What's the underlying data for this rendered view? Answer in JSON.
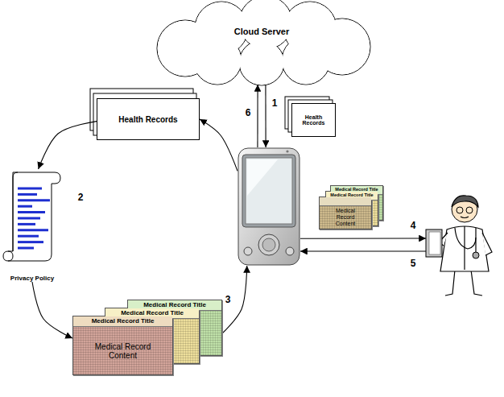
{
  "diagram": {
    "nodes": [
      {
        "text": [
          "Cloud Server"
        ]
      },
      {
        "text": [
          "Health Records"
        ]
      },
      {
        "text": []
      },
      {
        "text": [
          "Health Records"
        ]
      },
      {
        "text": [
          "Privacy Policy"
        ]
      },
      {
        "text": [
          "Medical Record Title"
        ]
      },
      {
        "text": [
          "Medical Record Title"
        ]
      },
      {
        "text": [
          "Medical Record Title",
          "Medical Record Content"
        ]
      },
      {
        "text": [
          "Medical Record Title"
        ]
      },
      {
        "text": [
          "Medical Record Title"
        ]
      },
      {
        "text": [
          "Medical Record Content"
        ]
      },
      {
        "text": []
      }
    ],
    "edges": [
      {
        "from": 0,
        "to": 2,
        "arrow": "to",
        "label": "1"
      },
      {
        "from": 2,
        "to": 0,
        "arrow": "to",
        "label": "6"
      },
      {
        "from": 2,
        "to": 3,
        "arrow": "to"
      },
      {
        "from": 3,
        "to": 4,
        "arrow": "to"
      },
      {
        "from": 4,
        "to": 7,
        "arrow": "to"
      },
      {
        "from": 5,
        "to": 2,
        "arrow": "to",
        "label": "3"
      },
      {
        "from": 2,
        "to": 11,
        "arrow": "to",
        "label": "4"
      },
      {
        "from": 11,
        "to": 2,
        "arrow": "to",
        "label": "5"
      }
    ],
    "labels": [
      "2"
    ]
  }
}
